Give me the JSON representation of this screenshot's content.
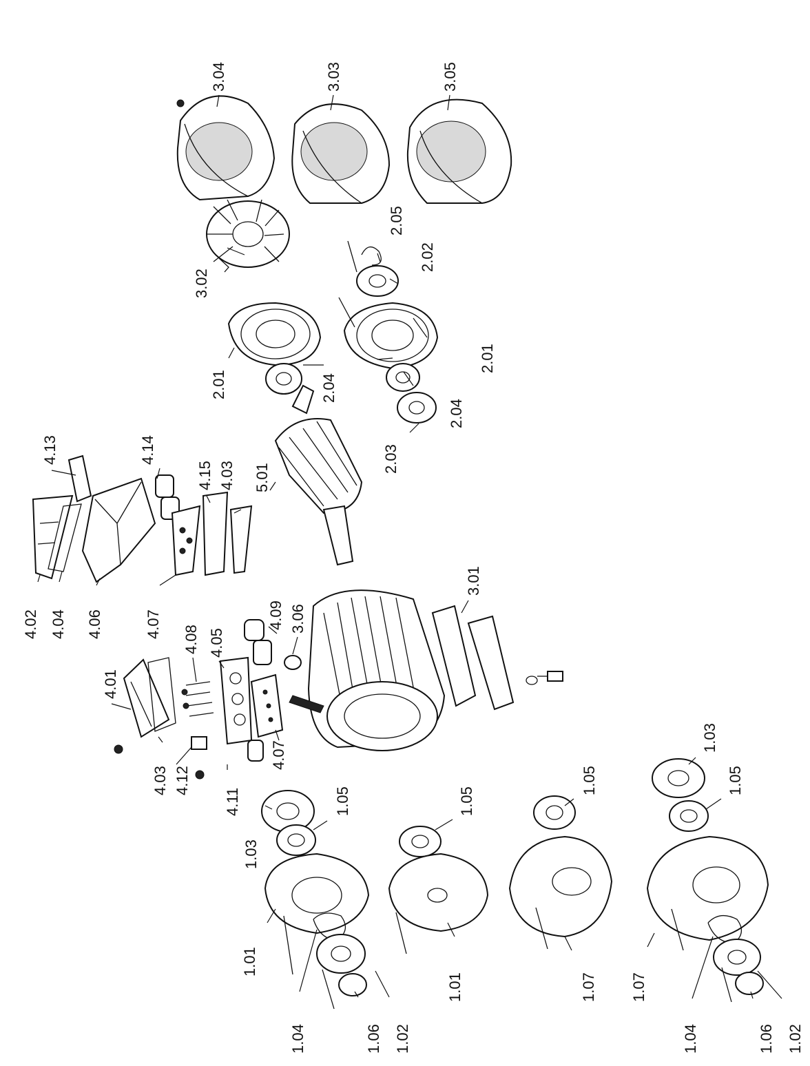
{
  "diagram": {
    "labels": [
      {
        "id": "l-304",
        "text": "3.04"
      },
      {
        "id": "l-303",
        "text": "3.03"
      },
      {
        "id": "l-305",
        "text": "3.05"
      },
      {
        "id": "l-205",
        "text": "2.05"
      },
      {
        "id": "l-202",
        "text": "2.02"
      },
      {
        "id": "l-302",
        "text": "3.02"
      },
      {
        "id": "l-201a",
        "text": "2.01"
      },
      {
        "id": "l-204a",
        "text": "2.04"
      },
      {
        "id": "l-201b",
        "text": "2.01"
      },
      {
        "id": "l-204b",
        "text": "2.04"
      },
      {
        "id": "l-203",
        "text": "2.03"
      },
      {
        "id": "l-413",
        "text": "4.13"
      },
      {
        "id": "l-414",
        "text": "4.14"
      },
      {
        "id": "l-415",
        "text": "4.15"
      },
      {
        "id": "l-403a",
        "text": "4.03"
      },
      {
        "id": "l-501",
        "text": "5.01"
      },
      {
        "id": "l-402",
        "text": "4.02"
      },
      {
        "id": "l-404",
        "text": "4.04"
      },
      {
        "id": "l-406",
        "text": "4.06"
      },
      {
        "id": "l-407a",
        "text": "4.07"
      },
      {
        "id": "l-301",
        "text": "3.01"
      },
      {
        "id": "l-408",
        "text": "4.08"
      },
      {
        "id": "l-405",
        "text": "4.05"
      },
      {
        "id": "l-409",
        "text": "4.09"
      },
      {
        "id": "l-306",
        "text": "3.06"
      },
      {
        "id": "l-401",
        "text": "4.01"
      },
      {
        "id": "l-403b",
        "text": "4.03"
      },
      {
        "id": "l-412",
        "text": "4.12"
      },
      {
        "id": "l-411",
        "text": "4.11"
      },
      {
        "id": "l-407b",
        "text": "4.07"
      },
      {
        "id": "l-103a",
        "text": "1.03"
      },
      {
        "id": "l-105a",
        "text": "1.05"
      },
      {
        "id": "l-105b",
        "text": "1.05"
      },
      {
        "id": "l-105c",
        "text": "1.05"
      },
      {
        "id": "l-103b",
        "text": "1.03"
      },
      {
        "id": "l-105d",
        "text": "1.05"
      },
      {
        "id": "l-101a",
        "text": "1.01"
      },
      {
        "id": "l-101b",
        "text": "1.01"
      },
      {
        "id": "l-107a",
        "text": "1.07"
      },
      {
        "id": "l-107b",
        "text": "1.07"
      },
      {
        "id": "l-104a",
        "text": "1.04"
      },
      {
        "id": "l-106a",
        "text": "1.06"
      },
      {
        "id": "l-102a",
        "text": "1.02"
      },
      {
        "id": "l-104b",
        "text": "1.04"
      },
      {
        "id": "l-106b",
        "text": "1.06"
      },
      {
        "id": "l-102b",
        "text": "1.02"
      }
    ]
  }
}
